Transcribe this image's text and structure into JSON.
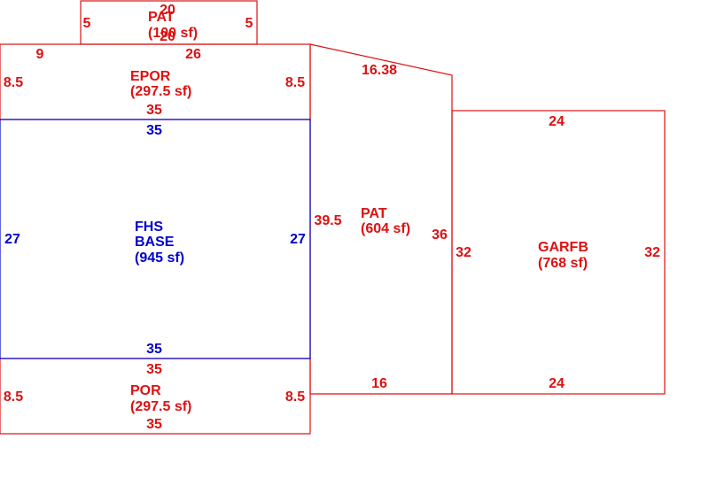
{
  "colors": {
    "exterior": "#dd1111",
    "base": "#0000cc"
  },
  "areas": {
    "pat_top": {
      "name": "PAT",
      "area": "(100 sf)",
      "dims": {
        "top": "20",
        "bottom": "20",
        "left": "5",
        "right": "5"
      }
    },
    "epor": {
      "name": "EPOR",
      "area": "(297.5 sf)",
      "dims": {
        "top_left": "9",
        "top_right": "26",
        "bottom": "35",
        "left": "8.5",
        "right": "8.5"
      }
    },
    "base": {
      "name_line1": "FHS",
      "name_line2": "BASE",
      "area": "(945 sf)",
      "dims": {
        "top": "35",
        "bottom": "35",
        "left": "27",
        "right": "27"
      }
    },
    "por": {
      "name": "POR",
      "area": "(297.5 sf)",
      "dims": {
        "top": "35",
        "bottom": "35",
        "left": "8.5",
        "right": "8.5"
      }
    },
    "pat_side": {
      "name": "PAT",
      "area": "(604 sf)",
      "dims": {
        "top": "16.38",
        "bottom": "16",
        "left": "39.5",
        "right": "36"
      }
    },
    "garfb": {
      "name": "GARFB",
      "area": "(768 sf)",
      "dims": {
        "top": "24",
        "bottom": "24",
        "left": "32",
        "right": "32"
      }
    }
  }
}
